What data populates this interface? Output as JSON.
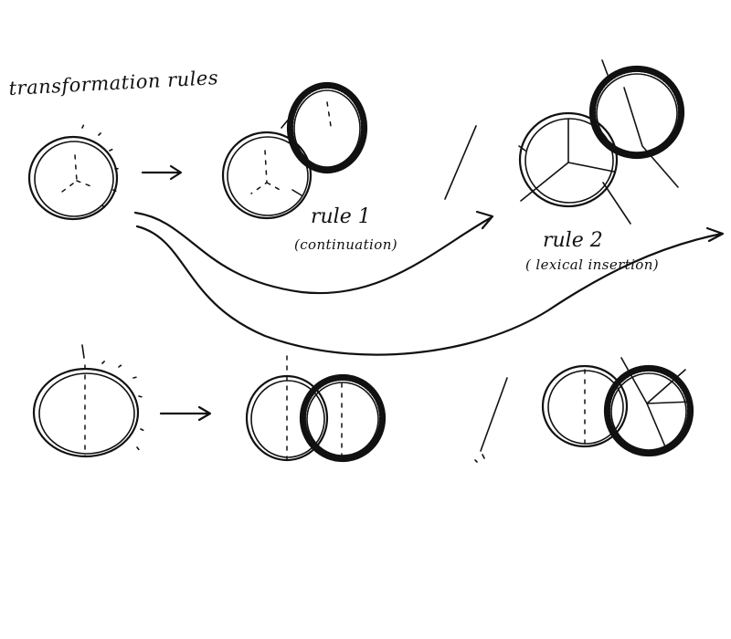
{
  "title": "transformation rules",
  "rules": [
    {
      "name": "rule 1",
      "note": "(continuation)"
    },
    {
      "name": "rule 2",
      "note": "( lexical insertion)"
    }
  ],
  "colors": {
    "ink": "#111111",
    "paper": "#ffffff"
  }
}
